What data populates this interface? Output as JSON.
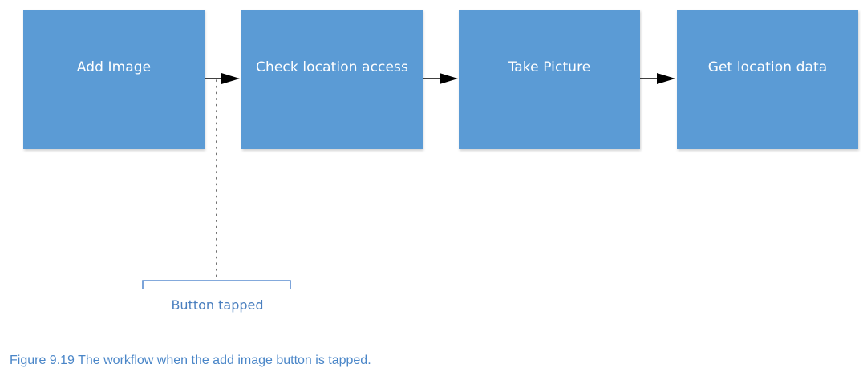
{
  "diagram": {
    "steps": [
      {
        "label": "Add Image"
      },
      {
        "label": "Check location access"
      },
      {
        "label": "Take Picture"
      },
      {
        "label": "Get location data"
      }
    ],
    "annotation": {
      "label": "Button tapped"
    },
    "colors": {
      "box_fill": "#5b9bd5",
      "box_text": "#ffffff",
      "arrow": "#000000",
      "annotation": "#4a7fbf",
      "caption": "#4a86c8"
    }
  },
  "caption": {
    "text": "Figure 9.19 The workflow when the add image button is tapped."
  }
}
